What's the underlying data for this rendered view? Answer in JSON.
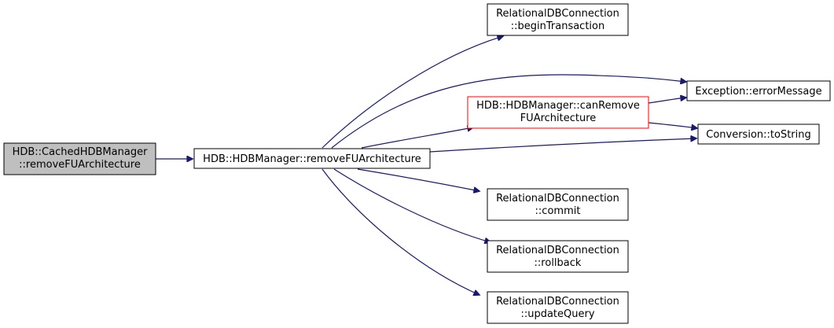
{
  "colors": {
    "edge": "#191970",
    "node_border": "#000000",
    "highlight_border": "#ff0000",
    "root_fill": "#bfbfbf",
    "node_fill": "#ffffff"
  },
  "nodes": {
    "cached_remove": {
      "lines": [
        "HDB::CachedHDBManager",
        "::removeFUArchitecture"
      ]
    },
    "remove": {
      "lines": [
        "HDB::HDBManager::removeFUArchitecture"
      ]
    },
    "begin": {
      "lines": [
        "RelationalDBConnection",
        "::beginTransaction"
      ]
    },
    "error": {
      "lines": [
        "Exception::errorMessage"
      ]
    },
    "canremove": {
      "lines": [
        "HDB::HDBManager::canRemove",
        "FUArchitecture"
      ]
    },
    "tostring": {
      "lines": [
        "Conversion::toString"
      ]
    },
    "commit": {
      "lines": [
        "RelationalDBConnection",
        "::commit"
      ]
    },
    "rollback": {
      "lines": [
        "RelationalDBConnection",
        "::rollback"
      ]
    },
    "update": {
      "lines": [
        "RelationalDBConnection",
        "::updateQuery"
      ]
    }
  },
  "edges": [
    [
      "cached_remove",
      "remove"
    ],
    [
      "remove",
      "begin"
    ],
    [
      "remove",
      "error"
    ],
    [
      "remove",
      "canremove"
    ],
    [
      "remove",
      "tostring"
    ],
    [
      "remove",
      "commit"
    ],
    [
      "remove",
      "rollback"
    ],
    [
      "remove",
      "update"
    ],
    [
      "canremove",
      "error"
    ],
    [
      "canremove",
      "tostring"
    ]
  ]
}
